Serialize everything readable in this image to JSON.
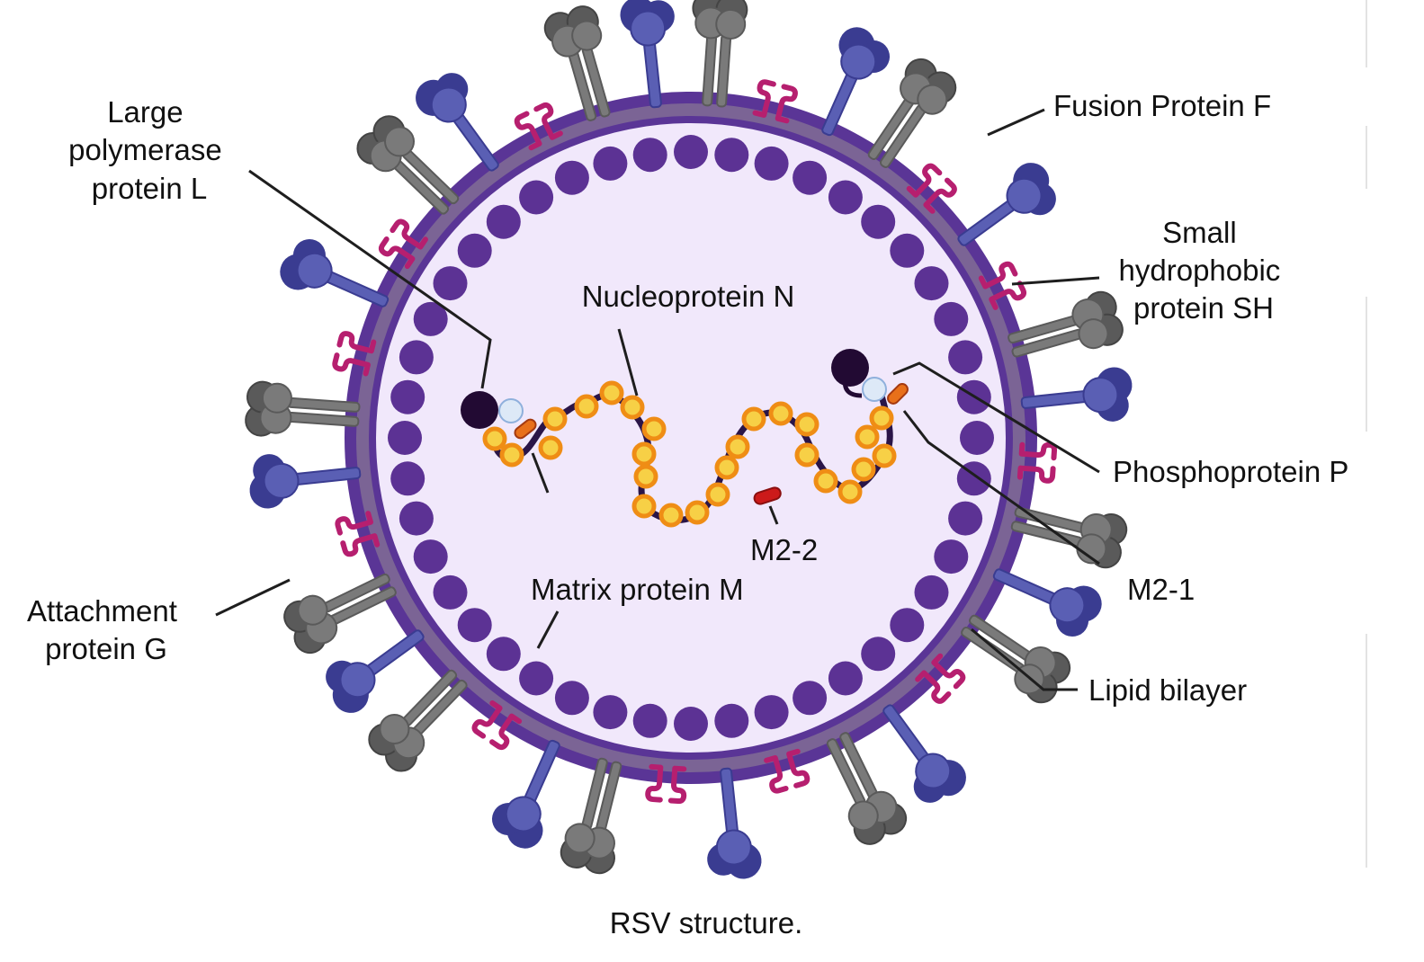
{
  "figure": {
    "caption": "RSV structure.",
    "colors": {
      "interior": "#f1e8fb",
      "envelope_outer": "#5a3596",
      "envelope_inner": "#7b6495",
      "matrix_protein": "#5c3294",
      "attachment_protein_G": "#5a5fb4",
      "attachment_protein_G_dark": "#3a3c91",
      "fusion_protein_F": "#7a7a7a",
      "fusion_protein_F_dark": "#5a5a5a",
      "small_hydrophobic_SH": "#b61f6f",
      "nucleoprotein_N": "#f7d046",
      "nucleoprotein_N_ring": "#ef8d15",
      "rna_strand": "#2a1548",
      "polymerase_L": "#220a33",
      "phosphoprotein_P": "#dde9f7",
      "m2_1": "#e8701a",
      "m2_2": "#cc1a1a"
    }
  },
  "labels": {
    "large_polymerase": [
      "Large",
      "polymerase",
      "protein L"
    ],
    "nucleoprotein": "Nucleoprotein N",
    "fusion_protein": "Fusion Protein F",
    "small_hydrophobic": [
      "Small",
      "hydrophobic",
      "protein SH"
    ],
    "phosphoprotein": "Phosphoprotein P",
    "m2_1": "M2-1",
    "m2_2": "M2-2",
    "matrix_protein": "Matrix protein M",
    "attachment_protein": [
      "Attachment",
      "protein G"
    ],
    "lipid_bilayer": "Lipid bilayer"
  }
}
